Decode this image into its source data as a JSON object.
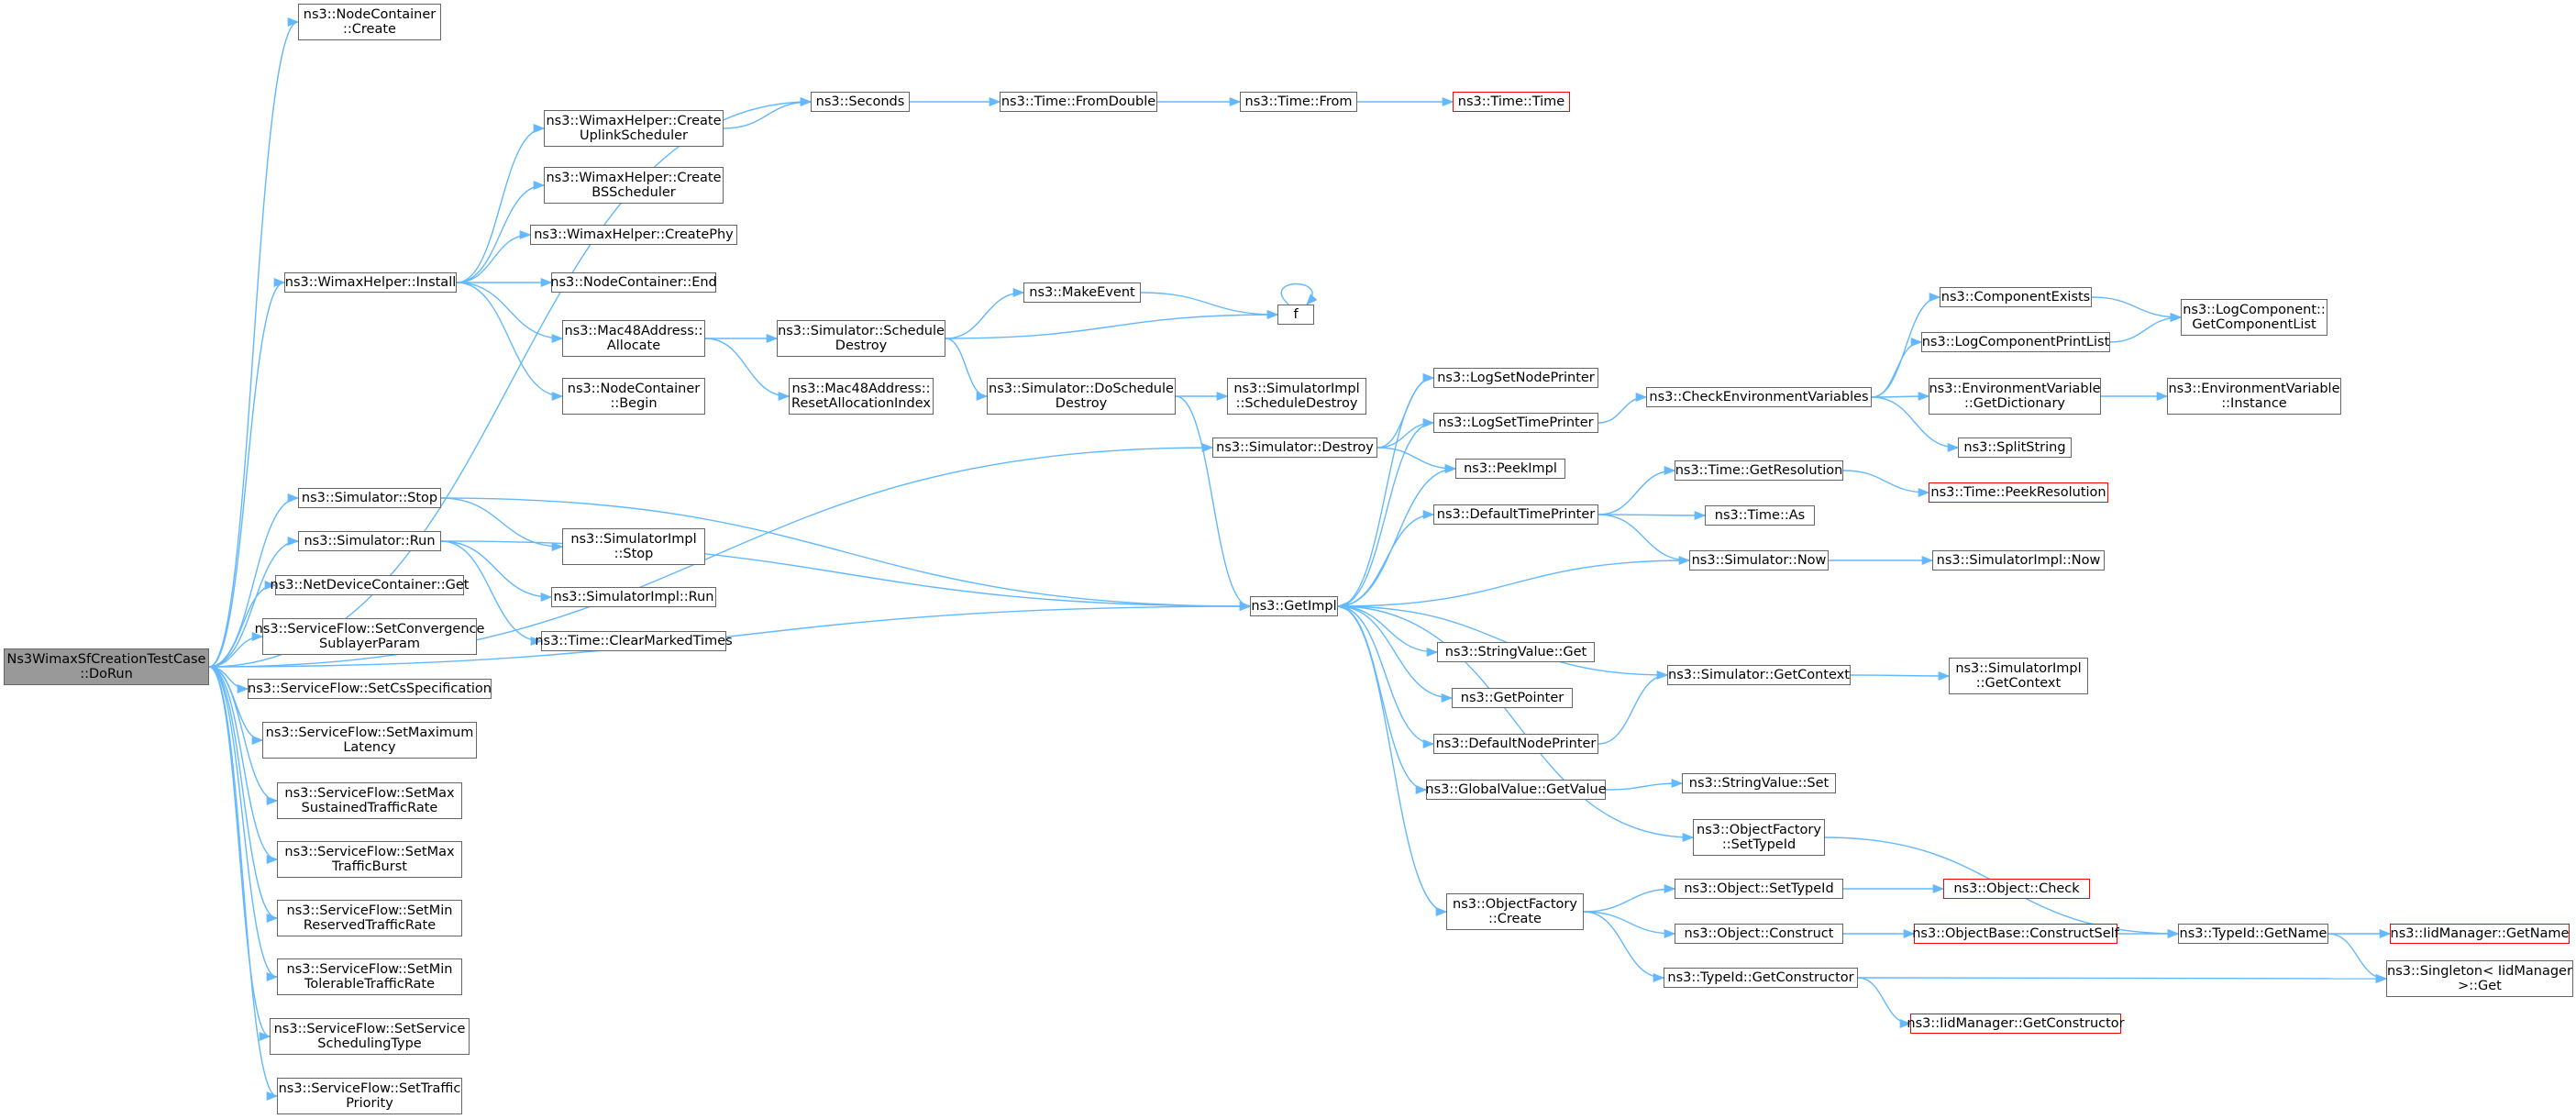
{
  "colors": {
    "edge": "#63b8ff",
    "box_border": "#666666",
    "root_fill": "#999999",
    "truncated_border": "#ff0000"
  },
  "nodes": {
    "root": {
      "lines": [
        "Ns3WimaxSfCreationTestCase",
        "::DoRun"
      ]
    },
    "nc_create": {
      "lines": [
        "ns3::NodeContainer",
        "::Create"
      ]
    },
    "wh_install": {
      "lines": [
        "ns3::WimaxHelper::Install"
      ]
    },
    "sim_stop": {
      "lines": [
        "ns3::Simulator::Stop"
      ]
    },
    "sim_run": {
      "lines": [
        "ns3::Simulator::Run"
      ]
    },
    "ndc_get": {
      "lines": [
        "ns3::NetDeviceContainer::Get"
      ]
    },
    "sf_conv": {
      "lines": [
        "ns3::ServiceFlow::SetConvergence",
        "SublayerParam"
      ]
    },
    "sf_cs": {
      "lines": [
        "ns3::ServiceFlow::SetCsSpecification"
      ]
    },
    "sf_maxlat": {
      "lines": [
        "ns3::ServiceFlow::SetMaximum",
        "Latency"
      ]
    },
    "sf_maxsus": {
      "lines": [
        "ns3::ServiceFlow::SetMax",
        "SustainedTrafficRate"
      ]
    },
    "sf_maxburst": {
      "lines": [
        "ns3::ServiceFlow::SetMax",
        "TrafficBurst"
      ]
    },
    "sf_minres": {
      "lines": [
        "ns3::ServiceFlow::SetMin",
        "ReservedTrafficRate"
      ]
    },
    "sf_mintol": {
      "lines": [
        "ns3::ServiceFlow::SetMin",
        "TolerableTrafficRate"
      ]
    },
    "sf_sched": {
      "lines": [
        "ns3::ServiceFlow::SetService",
        "SchedulingType"
      ]
    },
    "sf_prio": {
      "lines": [
        "ns3::ServiceFlow::SetTraffic",
        "Priority"
      ]
    },
    "wh_ul": {
      "lines": [
        "ns3::WimaxHelper::Create",
        "UplinkScheduler"
      ]
    },
    "wh_bs": {
      "lines": [
        "ns3::WimaxHelper::Create",
        "BSScheduler"
      ]
    },
    "wh_phy": {
      "lines": [
        "ns3::WimaxHelper::CreatePhy"
      ]
    },
    "nc_end": {
      "lines": [
        "ns3::NodeContainer::End"
      ]
    },
    "mac_alloc": {
      "lines": [
        "ns3::Mac48Address::",
        "Allocate"
      ]
    },
    "nc_begin": {
      "lines": [
        "ns3::NodeContainer",
        "::Begin"
      ]
    },
    "simimpl_stop": {
      "lines": [
        "ns3::SimulatorImpl",
        "::Stop"
      ]
    },
    "simimpl_run": {
      "lines": [
        "ns3::SimulatorImpl::Run"
      ]
    },
    "time_clear": {
      "lines": [
        "ns3::Time::ClearMarkedTimes"
      ]
    },
    "seconds": {
      "lines": [
        "ns3::Seconds"
      ]
    },
    "time_fromdouble": {
      "lines": [
        "ns3::Time::FromDouble"
      ]
    },
    "time_from": {
      "lines": [
        "ns3::Time::From"
      ]
    },
    "time_time": {
      "lines": [
        "ns3::Time::Time"
      ]
    },
    "sim_schedule_destroy": {
      "lines": [
        "ns3::Simulator::Schedule",
        "Destroy"
      ]
    },
    "mac_reset": {
      "lines": [
        "ns3::Mac48Address::",
        "ResetAllocationIndex"
      ]
    },
    "make_event": {
      "lines": [
        "ns3::MakeEvent"
      ]
    },
    "f": {
      "lines": [
        "f"
      ]
    },
    "sim_do_schedule_destroy": {
      "lines": [
        "ns3::Simulator::DoSchedule",
        "Destroy"
      ]
    },
    "simimpl_schedule_destroy": {
      "lines": [
        "ns3::SimulatorImpl",
        "::ScheduleDestroy"
      ]
    },
    "sim_destroy": {
      "lines": [
        "ns3::Simulator::Destroy"
      ]
    },
    "get_impl": {
      "lines": [
        "ns3::GetImpl"
      ]
    },
    "log_node_printer": {
      "lines": [
        "ns3::LogSetNodePrinter"
      ]
    },
    "log_time_printer": {
      "lines": [
        "ns3::LogSetTimePrinter"
      ]
    },
    "peek_impl": {
      "lines": [
        "ns3::PeekImpl"
      ]
    },
    "default_time_printer": {
      "lines": [
        "ns3::DefaultTimePrinter"
      ]
    },
    "string_get": {
      "lines": [
        "ns3::StringValue::Get"
      ]
    },
    "get_pointer": {
      "lines": [
        "ns3::GetPointer"
      ]
    },
    "default_node_printer": {
      "lines": [
        "ns3::DefaultNodePrinter"
      ]
    },
    "global_get_value": {
      "lines": [
        "ns3::GlobalValue::GetValue"
      ]
    },
    "of_create": {
      "lines": [
        "ns3::ObjectFactory",
        "::Create"
      ]
    },
    "check_env": {
      "lines": [
        "ns3::CheckEnvironmentVariables"
      ]
    },
    "time_get_res": {
      "lines": [
        "ns3::Time::GetResolution"
      ]
    },
    "time_as": {
      "lines": [
        "ns3::Time::As"
      ]
    },
    "sim_now": {
      "lines": [
        "ns3::Simulator::Now"
      ]
    },
    "sim_get_context": {
      "lines": [
        "ns3::Simulator::GetContext"
      ]
    },
    "string_set": {
      "lines": [
        "ns3::StringValue::Set"
      ]
    },
    "of_set_typeid": {
      "lines": [
        "ns3::ObjectFactory",
        "::SetTypeId"
      ]
    },
    "obj_set_typeid": {
      "lines": [
        "ns3::Object::SetTypeId"
      ]
    },
    "obj_construct": {
      "lines": [
        "ns3::Object::Construct"
      ]
    },
    "typeid_get_ctor": {
      "lines": [
        "ns3::TypeId::GetConstructor"
      ]
    },
    "comp_exists": {
      "lines": [
        "ns3::ComponentExists"
      ]
    },
    "log_comp_print_list": {
      "lines": [
        "ns3::LogComponentPrintList"
      ]
    },
    "env_get_dict": {
      "lines": [
        "ns3::EnvironmentVariable",
        "::GetDictionary"
      ]
    },
    "split_string": {
      "lines": [
        "ns3::SplitString"
      ]
    },
    "time_peek_res": {
      "lines": [
        "ns3::Time::PeekResolution"
      ]
    },
    "simimpl_now": {
      "lines": [
        "ns3::SimulatorImpl::Now"
      ]
    },
    "simimpl_get_context": {
      "lines": [
        "ns3::SimulatorImpl",
        "::GetContext"
      ]
    },
    "obj_check": {
      "lines": [
        "ns3::Object::Check"
      ]
    },
    "objbase_construct_self": {
      "lines": [
        "ns3::ObjectBase::ConstructSelf"
      ]
    },
    "iid_get_ctor": {
      "lines": [
        "ns3::IidManager::GetConstructor"
      ]
    },
    "log_comp_get_list": {
      "lines": [
        "ns3::LogComponent::",
        "GetComponentList"
      ]
    },
    "env_instance": {
      "lines": [
        "ns3::EnvironmentVariable",
        "::Instance"
      ]
    },
    "typeid_get_name": {
      "lines": [
        "ns3::TypeId::GetName"
      ]
    },
    "iid_get_name": {
      "lines": [
        "ns3::IidManager::GetName"
      ]
    },
    "singleton_get": {
      "lines": [
        "ns3::Singleton< IidManager",
        ">::Get"
      ]
    }
  }
}
